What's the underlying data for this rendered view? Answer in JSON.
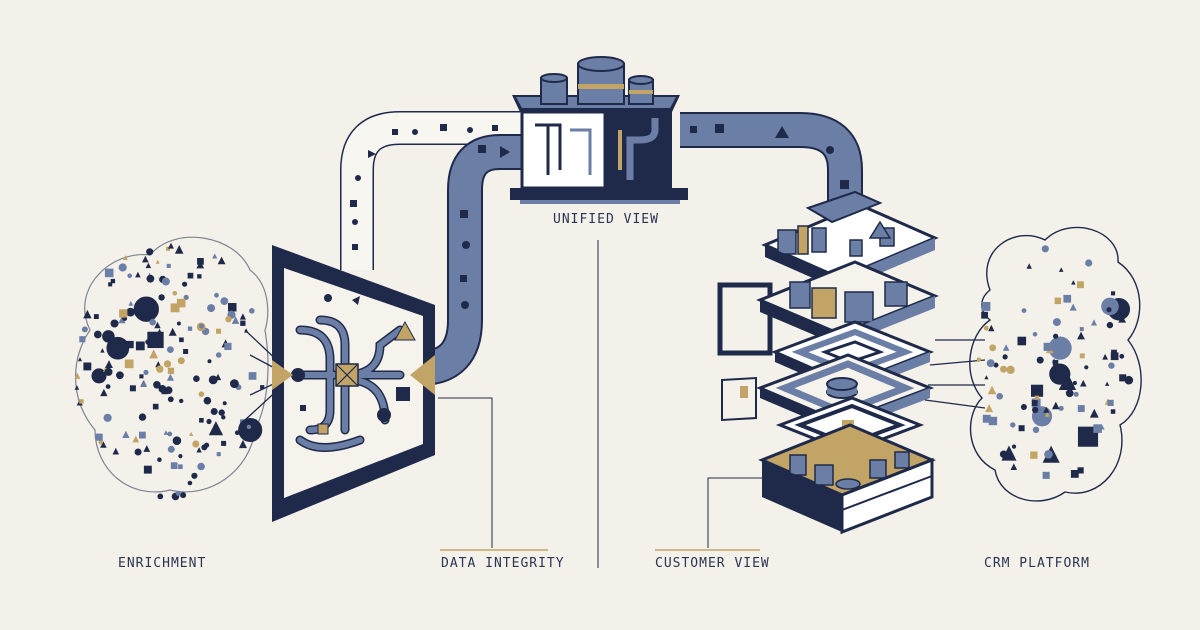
{
  "labels": {
    "enrichment": "ENRICHMENT",
    "data_integrity": "DATA INTEGRITY",
    "unified_view": "UNIFIED VIEW",
    "customer_view": "CUSTOMER VIEW",
    "crm_platform": "CRM PLATFORM"
  },
  "colors": {
    "background": "#f4f1ea",
    "navy": "#1f2a4a",
    "slate": "#6b7ea6",
    "gold": "#c2a466",
    "white": "#ffffff"
  },
  "icons": [
    "particle-cloud",
    "funnel-processor",
    "pipe-conduit",
    "database-server",
    "layered-stack"
  ]
}
